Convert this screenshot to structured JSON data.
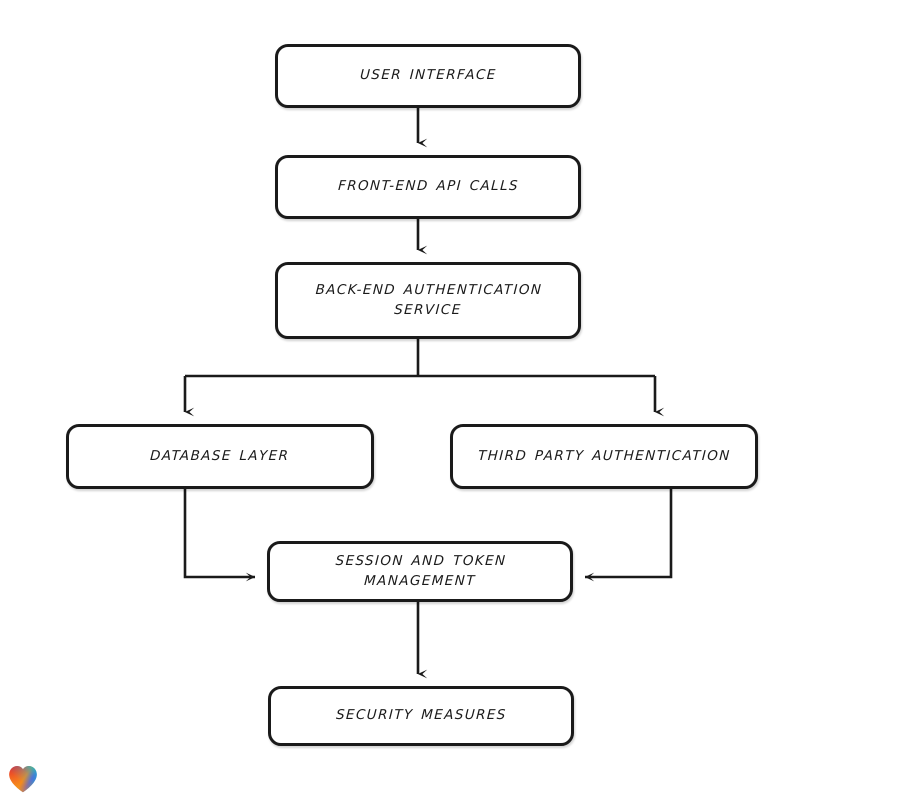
{
  "diagram": {
    "type": "flowchart",
    "orientation": "top-to-bottom",
    "background_color": "#ffffff",
    "stroke_color": "#1a1a1a",
    "nodes": [
      {
        "id": "user-interface",
        "label": "User Interface"
      },
      {
        "id": "frontend-api",
        "label": "Front-End API Calls"
      },
      {
        "id": "backend-auth",
        "label": "Back-End Authentication\nService"
      },
      {
        "id": "database-layer",
        "label": "Database Layer"
      },
      {
        "id": "third-party-auth",
        "label": "Third Party Authentication"
      },
      {
        "id": "session-token",
        "label": "Session and Token\nManagement"
      },
      {
        "id": "security-measures",
        "label": "Security Measures"
      }
    ],
    "edges": [
      {
        "from": "user-interface",
        "to": "frontend-api",
        "style": "straight-down"
      },
      {
        "from": "frontend-api",
        "to": "backend-auth",
        "style": "straight-down"
      },
      {
        "from": "backend-auth",
        "to": "database-layer",
        "style": "split-left"
      },
      {
        "from": "backend-auth",
        "to": "third-party-auth",
        "style": "split-right"
      },
      {
        "from": "database-layer",
        "to": "session-token",
        "style": "elbow-into-left"
      },
      {
        "from": "third-party-auth",
        "to": "session-token",
        "style": "elbow-into-right"
      },
      {
        "from": "session-token",
        "to": "security-measures",
        "style": "straight-down"
      }
    ]
  },
  "badge": {
    "icon": "heart-icon",
    "colors": {
      "red": "#e8282b",
      "orange": "#f59a17",
      "blue": "#2b7de0",
      "teal": "#19bcc4"
    }
  }
}
